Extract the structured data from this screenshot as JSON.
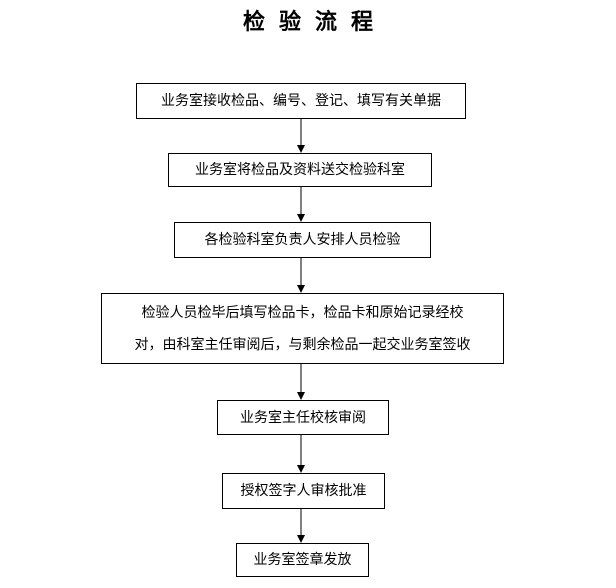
{
  "title": "检验流程",
  "steps": [
    {
      "text": "业务室接收检品、编号、登记、填写有关单据"
    },
    {
      "text": "业务室将检品及资料送交检验科室"
    },
    {
      "text": "各检验科室负责人安排人员检验"
    },
    {
      "lines": [
        "检验人员检毕后填写检品卡，检品卡和原始记录经校",
        "对，由科室主任审阅后，与剩余检品一起交业务室签收"
      ]
    },
    {
      "text": "业务室主任校核审阅"
    },
    {
      "text": "授权签字人审核批准"
    },
    {
      "text": "业务室签章发放"
    }
  ]
}
